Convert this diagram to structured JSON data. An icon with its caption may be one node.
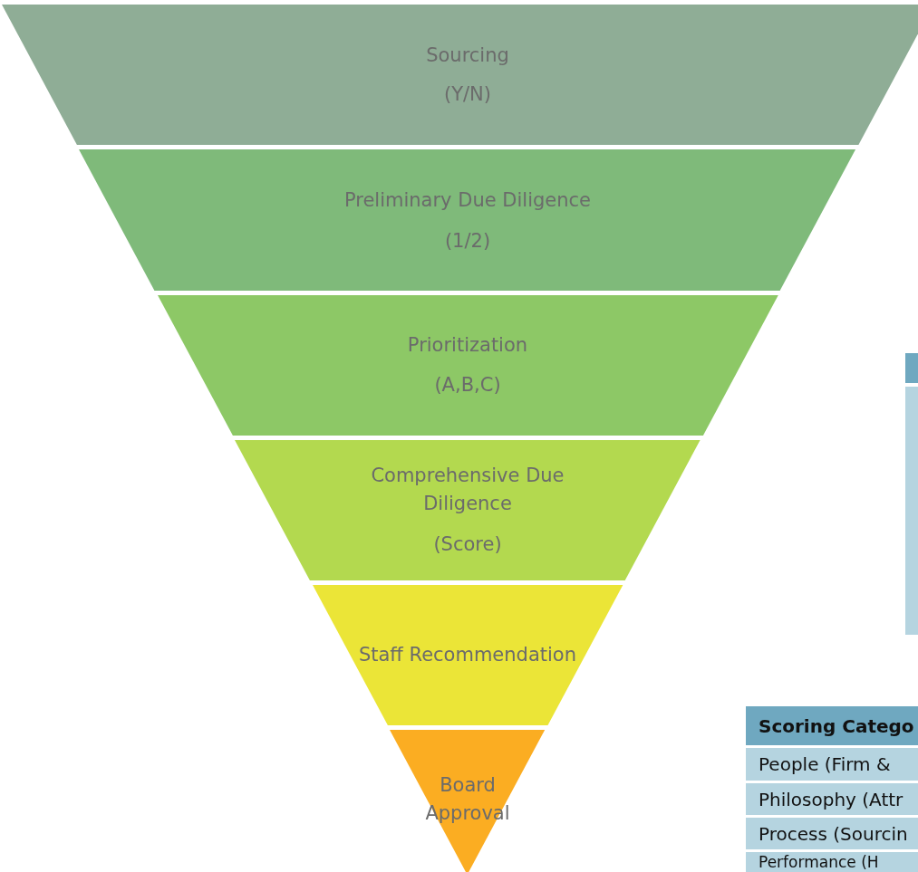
{
  "diagram": {
    "nodes": [
      {
        "text": [
          "Sourcing",
          "(Y/N)"
        ]
      },
      {
        "text": [
          "Preliminary Due Diligence",
          "(1/2)"
        ]
      },
      {
        "text": [
          "Prioritization",
          "(A,B,C)"
        ]
      },
      {
        "text": [
          "Comprehensive Due Diligence",
          "(Score)"
        ]
      },
      {
        "text": [
          "Staff Recommendation"
        ]
      },
      {
        "text": [
          "Board Approval"
        ]
      }
    ],
    "labels": [
      "Scoring Catego",
      "People (Firm &",
      "Philosophy (Attr",
      "Process (Sourcin",
      "Performance (H"
    ]
  }
}
